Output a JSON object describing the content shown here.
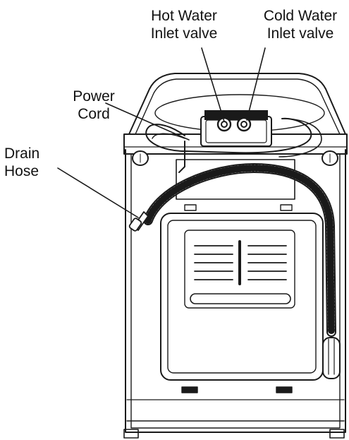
{
  "labels": {
    "hot_water": {
      "line1": "Hot Water",
      "line2": "Inlet valve"
    },
    "cold_water": {
      "line1": "Cold Water",
      "line2": "Inlet valve"
    },
    "power_cord": {
      "line1": "Power",
      "line2": "Cord"
    },
    "drain_hose": {
      "line1": "Drain",
      "line2": "Hose"
    }
  }
}
